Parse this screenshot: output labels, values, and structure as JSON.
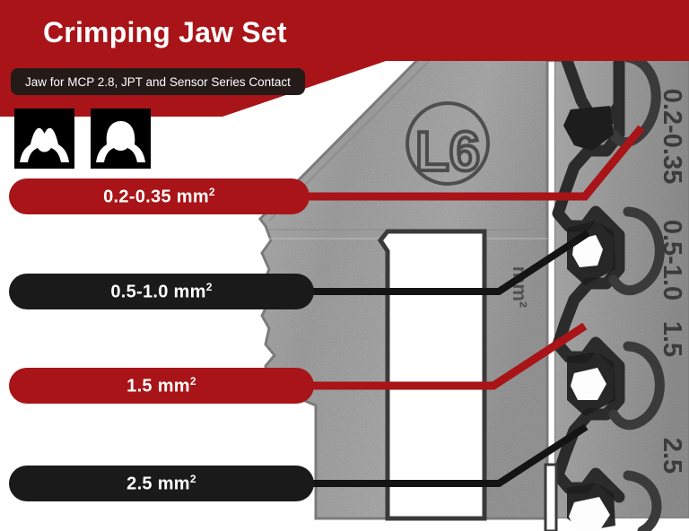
{
  "header": {
    "title": "Crimping Jaw Set",
    "subtitle": "Jaw for MCP 2.8, JPT and Sensor Series Contact",
    "band_color": "#a81418",
    "subtitle_pill_color": "#241a17"
  },
  "profile_icons": [
    {
      "name": "crimp-profile-double-peak",
      "description": "Double-peak crimp cross-section profile"
    },
    {
      "name": "crimp-profile-single-dome",
      "description": "Single-dome crimp cross-section profile"
    }
  ],
  "callouts": [
    {
      "label": "0.2-0.35 mm",
      "unit_sup": "2",
      "color": "#a81418",
      "style": "red"
    },
    {
      "label": "0.5-1.0 mm",
      "unit_sup": "2",
      "color": "#1a1a1a",
      "style": "black"
    },
    {
      "label": "1.5 mm",
      "unit_sup": "2",
      "color": "#a81418",
      "style": "red"
    },
    {
      "label": "2.5 mm",
      "unit_sup": "2",
      "color": "#1a1a1a",
      "style": "black"
    }
  ],
  "jaw": {
    "stamp_code": "L6",
    "unit_stamp": "mm2",
    "engraved_sizes": [
      "0.2-0.35",
      "0.5-1.0",
      "1.5",
      "2.5"
    ],
    "metal_color": "#a9a9a9",
    "metal_dark": "#6f6f6f"
  }
}
